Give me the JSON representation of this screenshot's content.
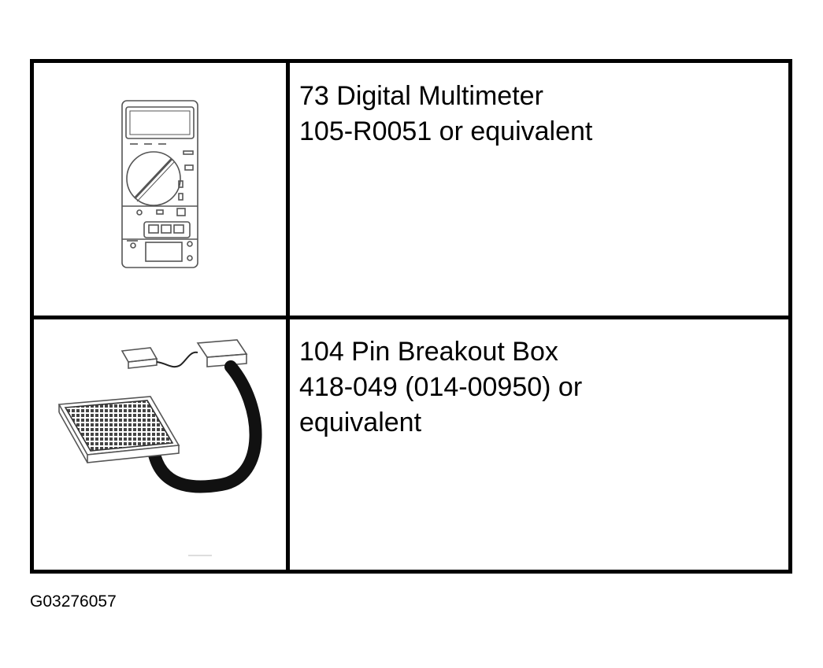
{
  "tools": [
    {
      "illustration": "digital-multimeter-icon",
      "lines": [
        "73 Digital Multimeter",
        "105-R0051 or equivalent"
      ]
    },
    {
      "illustration": "breakout-box-icon",
      "lines": [
        "104 Pin Breakout Box",
        "418-049 (014-00950) or",
        "equivalent"
      ]
    }
  ],
  "figure_id": "G03276057"
}
